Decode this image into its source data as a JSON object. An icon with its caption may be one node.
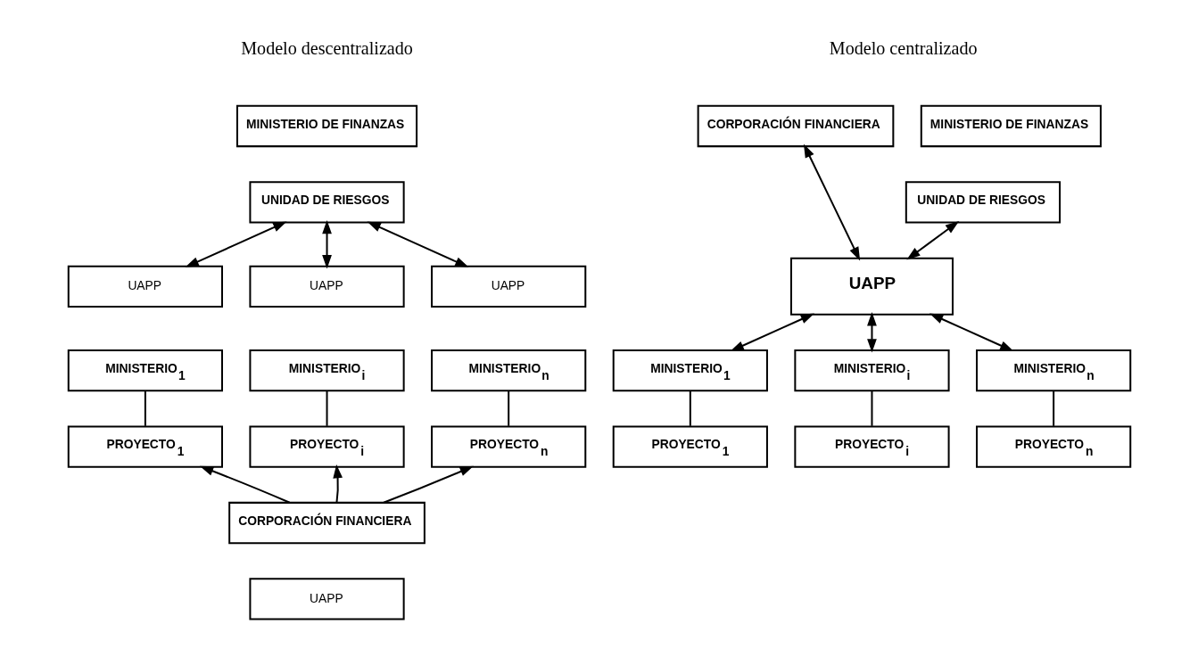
{
  "diagram": {
    "nodes": [
      {
        "text": [
          "MINISTERIO DE FINANZAS"
        ]
      },
      {
        "text": [
          "UNIDAD DE RIESGOS"
        ]
      },
      {
        "text": [
          "UAPP"
        ]
      },
      {
        "text": [
          "MINISTERIO$_{1}$"
        ]
      },
      {
        "text": [
          "UAPP"
        ]
      },
      {
        "text": [
          "MINISTERIO$_{i}$"
        ]
      },
      {
        "text": [
          "UAPP"
        ]
      },
      {
        "text": [
          "MINISTERIO$_{n}$"
        ]
      },
      {
        "text": [
          "PROYECTO$_{1}$"
        ]
      },
      {
        "text": [
          "PROYECTO$_{i}$"
        ]
      },
      {
        "text": [
          "PROYECTO$_{n}$"
        ]
      },
      {
        "text": [
          "CORPORACIÓN FINANCIERA"
        ]
      },
      {
        "text": [
          "UAPP"
        ]
      },
      {
        "text": [
          "CORPORACIÓN FINANCIERA"
        ]
      },
      {
        "text": [
          "MINISTERIO DE FINANZAS"
        ]
      },
      {
        "text": [
          "UNIDAD DE RIESGOS"
        ]
      },
      {
        "text": [
          "UAPP"
        ]
      },
      {
        "text": [
          "MINISTERIO$_{1}$"
        ]
      },
      {
        "text": [
          "MINISTERIO$_{i}$"
        ]
      },
      {
        "text": [
          "MINISTERIO$_{n}$"
        ]
      },
      {
        "text": [
          "PROYECTO$_{1}$"
        ]
      },
      {
        "text": [
          "PROYECTO$_{i}$"
        ]
      },
      {
        "text": [
          "PROYECTO$_{n}$"
        ]
      }
    ],
    "edges": [
      {
        "from": 1,
        "to": 2,
        "arrow": "both"
      },
      {
        "from": 1,
        "to": 4,
        "arrow": "both"
      },
      {
        "from": 1,
        "to": 6,
        "arrow": "both"
      },
      {
        "from": 3,
        "to": 8,
        "arrow": "none"
      },
      {
        "from": 5,
        "to": 9,
        "arrow": "none"
      },
      {
        "from": 7,
        "to": 10,
        "arrow": "none"
      },
      {
        "from": 11,
        "to": 8,
        "arrow": "to"
      },
      {
        "from": 11,
        "to": 9,
        "arrow": "to"
      },
      {
        "from": 11,
        "to": 10,
        "arrow": "to"
      },
      {
        "from": 13,
        "to": 16,
        "arrow": "both"
      },
      {
        "from": 15,
        "to": 16,
        "arrow": "both"
      },
      {
        "from": 16,
        "to": 17,
        "arrow": "both"
      },
      {
        "from": 16,
        "to": 18,
        "arrow": "both"
      },
      {
        "from": 16,
        "to": 19,
        "arrow": "both"
      },
      {
        "from": 17,
        "to": 20,
        "arrow": "none"
      },
      {
        "from": 18,
        "to": 21,
        "arrow": "none"
      },
      {
        "from": 19,
        "to": 22,
        "arrow": "none"
      }
    ],
    "labels": [
      "Modelo descentralizado",
      "Modelo centralizado"
    ]
  }
}
